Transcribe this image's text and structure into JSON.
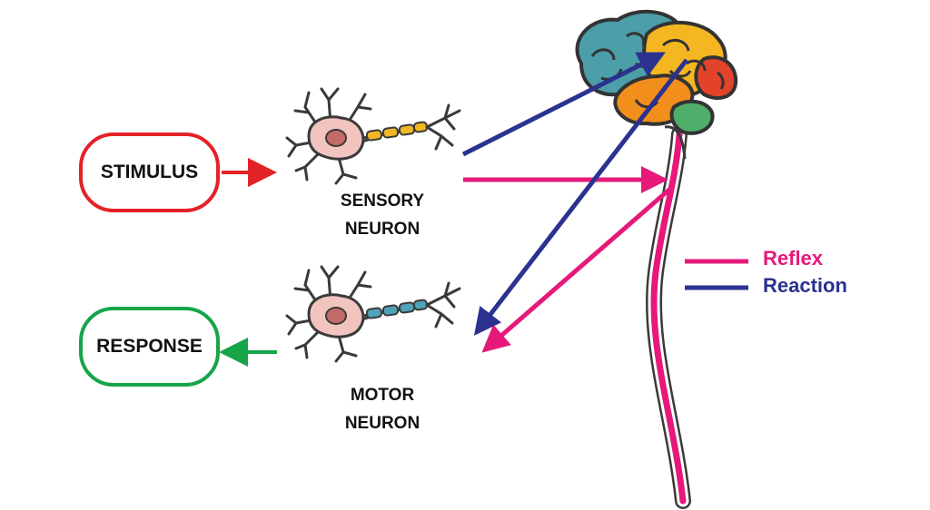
{
  "stimulus": {
    "label": "STIMULUS"
  },
  "response": {
    "label": "RESPONSE"
  },
  "sensory_neuron": {
    "line1": "SENSORY",
    "line2": "NEURON"
  },
  "motor_neuron": {
    "line1": "MOTOR",
    "line2": "NEURON"
  },
  "legend": {
    "reflex": {
      "label": "Reflex",
      "color": "#e6197b"
    },
    "reaction": {
      "label": "Reaction",
      "color": "#2b3290"
    }
  },
  "colors": {
    "stimulus_border": "#e32227",
    "response_border": "#15a548",
    "reflex_path": "#e6197b",
    "reaction_path": "#2b3290",
    "sensory_axon": "#f2b824",
    "motor_axon": "#4fa3b8",
    "cell_body": "#f2c4c0",
    "nucleus": "#c46b68"
  },
  "icons": {
    "brain": "brain-icon",
    "spinal_cord": "spinal-cord-icon",
    "sensory_neuron": "sensory-neuron-icon",
    "motor_neuron": "motor-neuron-icon"
  }
}
